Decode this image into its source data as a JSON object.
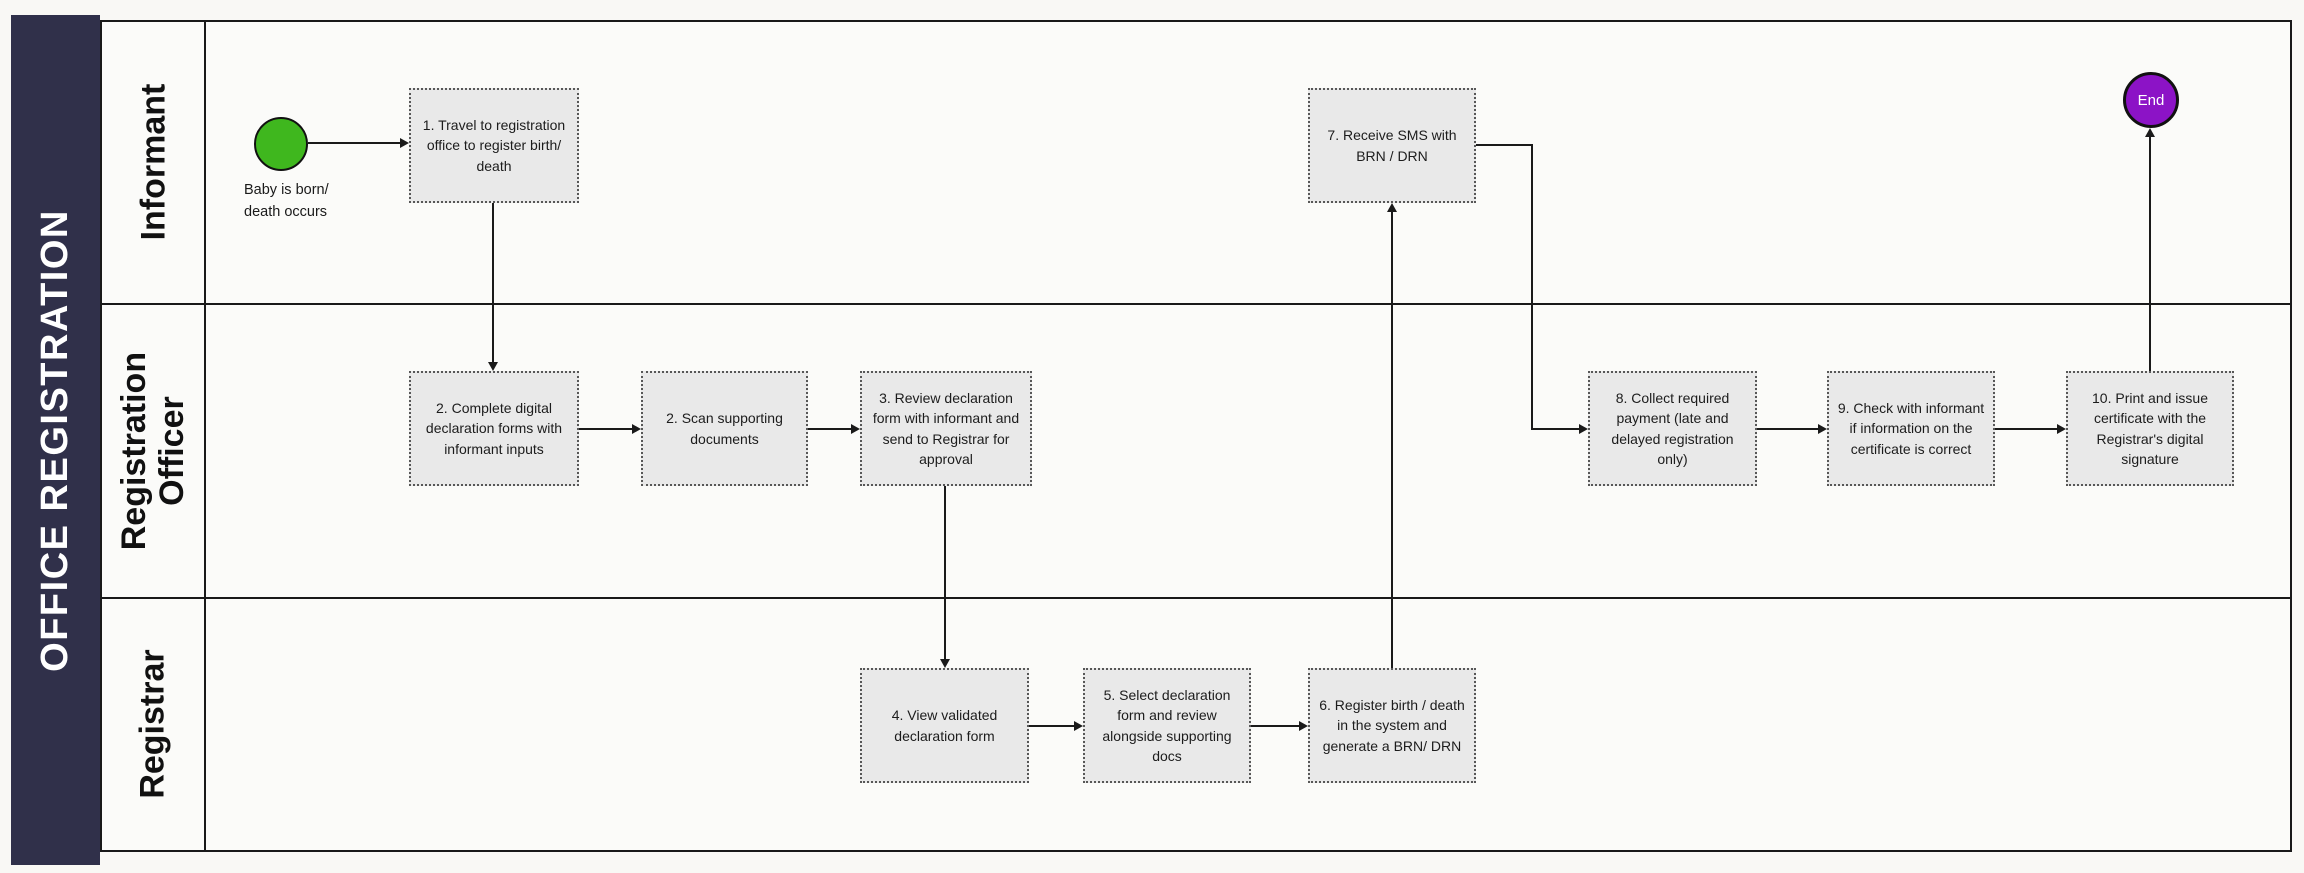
{
  "title": "OFFICE REGISTRATION",
  "lanes": [
    "Informant",
    "Registration Officer",
    "Registrar"
  ],
  "start_event": {
    "caption_lines": [
      "Baby is born/",
      "death occurs"
    ]
  },
  "end_event": {
    "label": "End"
  },
  "tasks": [
    "1. Travel to registration office to register birth/ death",
    "2. Complete digital declaration forms with informant inputs",
    "2. Scan supporting documents",
    "3. Review declaration form with informant and send to Registrar for approval",
    "4. View validated declaration form",
    "5. Select declaration form and review alongside supporting docs",
    "6. Register birth / death in the system and generate a BRN/ DRN",
    "7. Receive SMS with BRN / DRN",
    "8. Collect required payment (late and delayed registration only)",
    "9. Check with informant if information on the certificate is correct",
    "10. Print and issue certificate with the Registrar's digital signature"
  ],
  "colors": {
    "pool_header_bg": "#30304a",
    "start_event_fill": "#3fb71e",
    "end_event_fill": "#8c13c6",
    "task_fill": "#e9e9e9",
    "line": "#1a1a1a"
  }
}
